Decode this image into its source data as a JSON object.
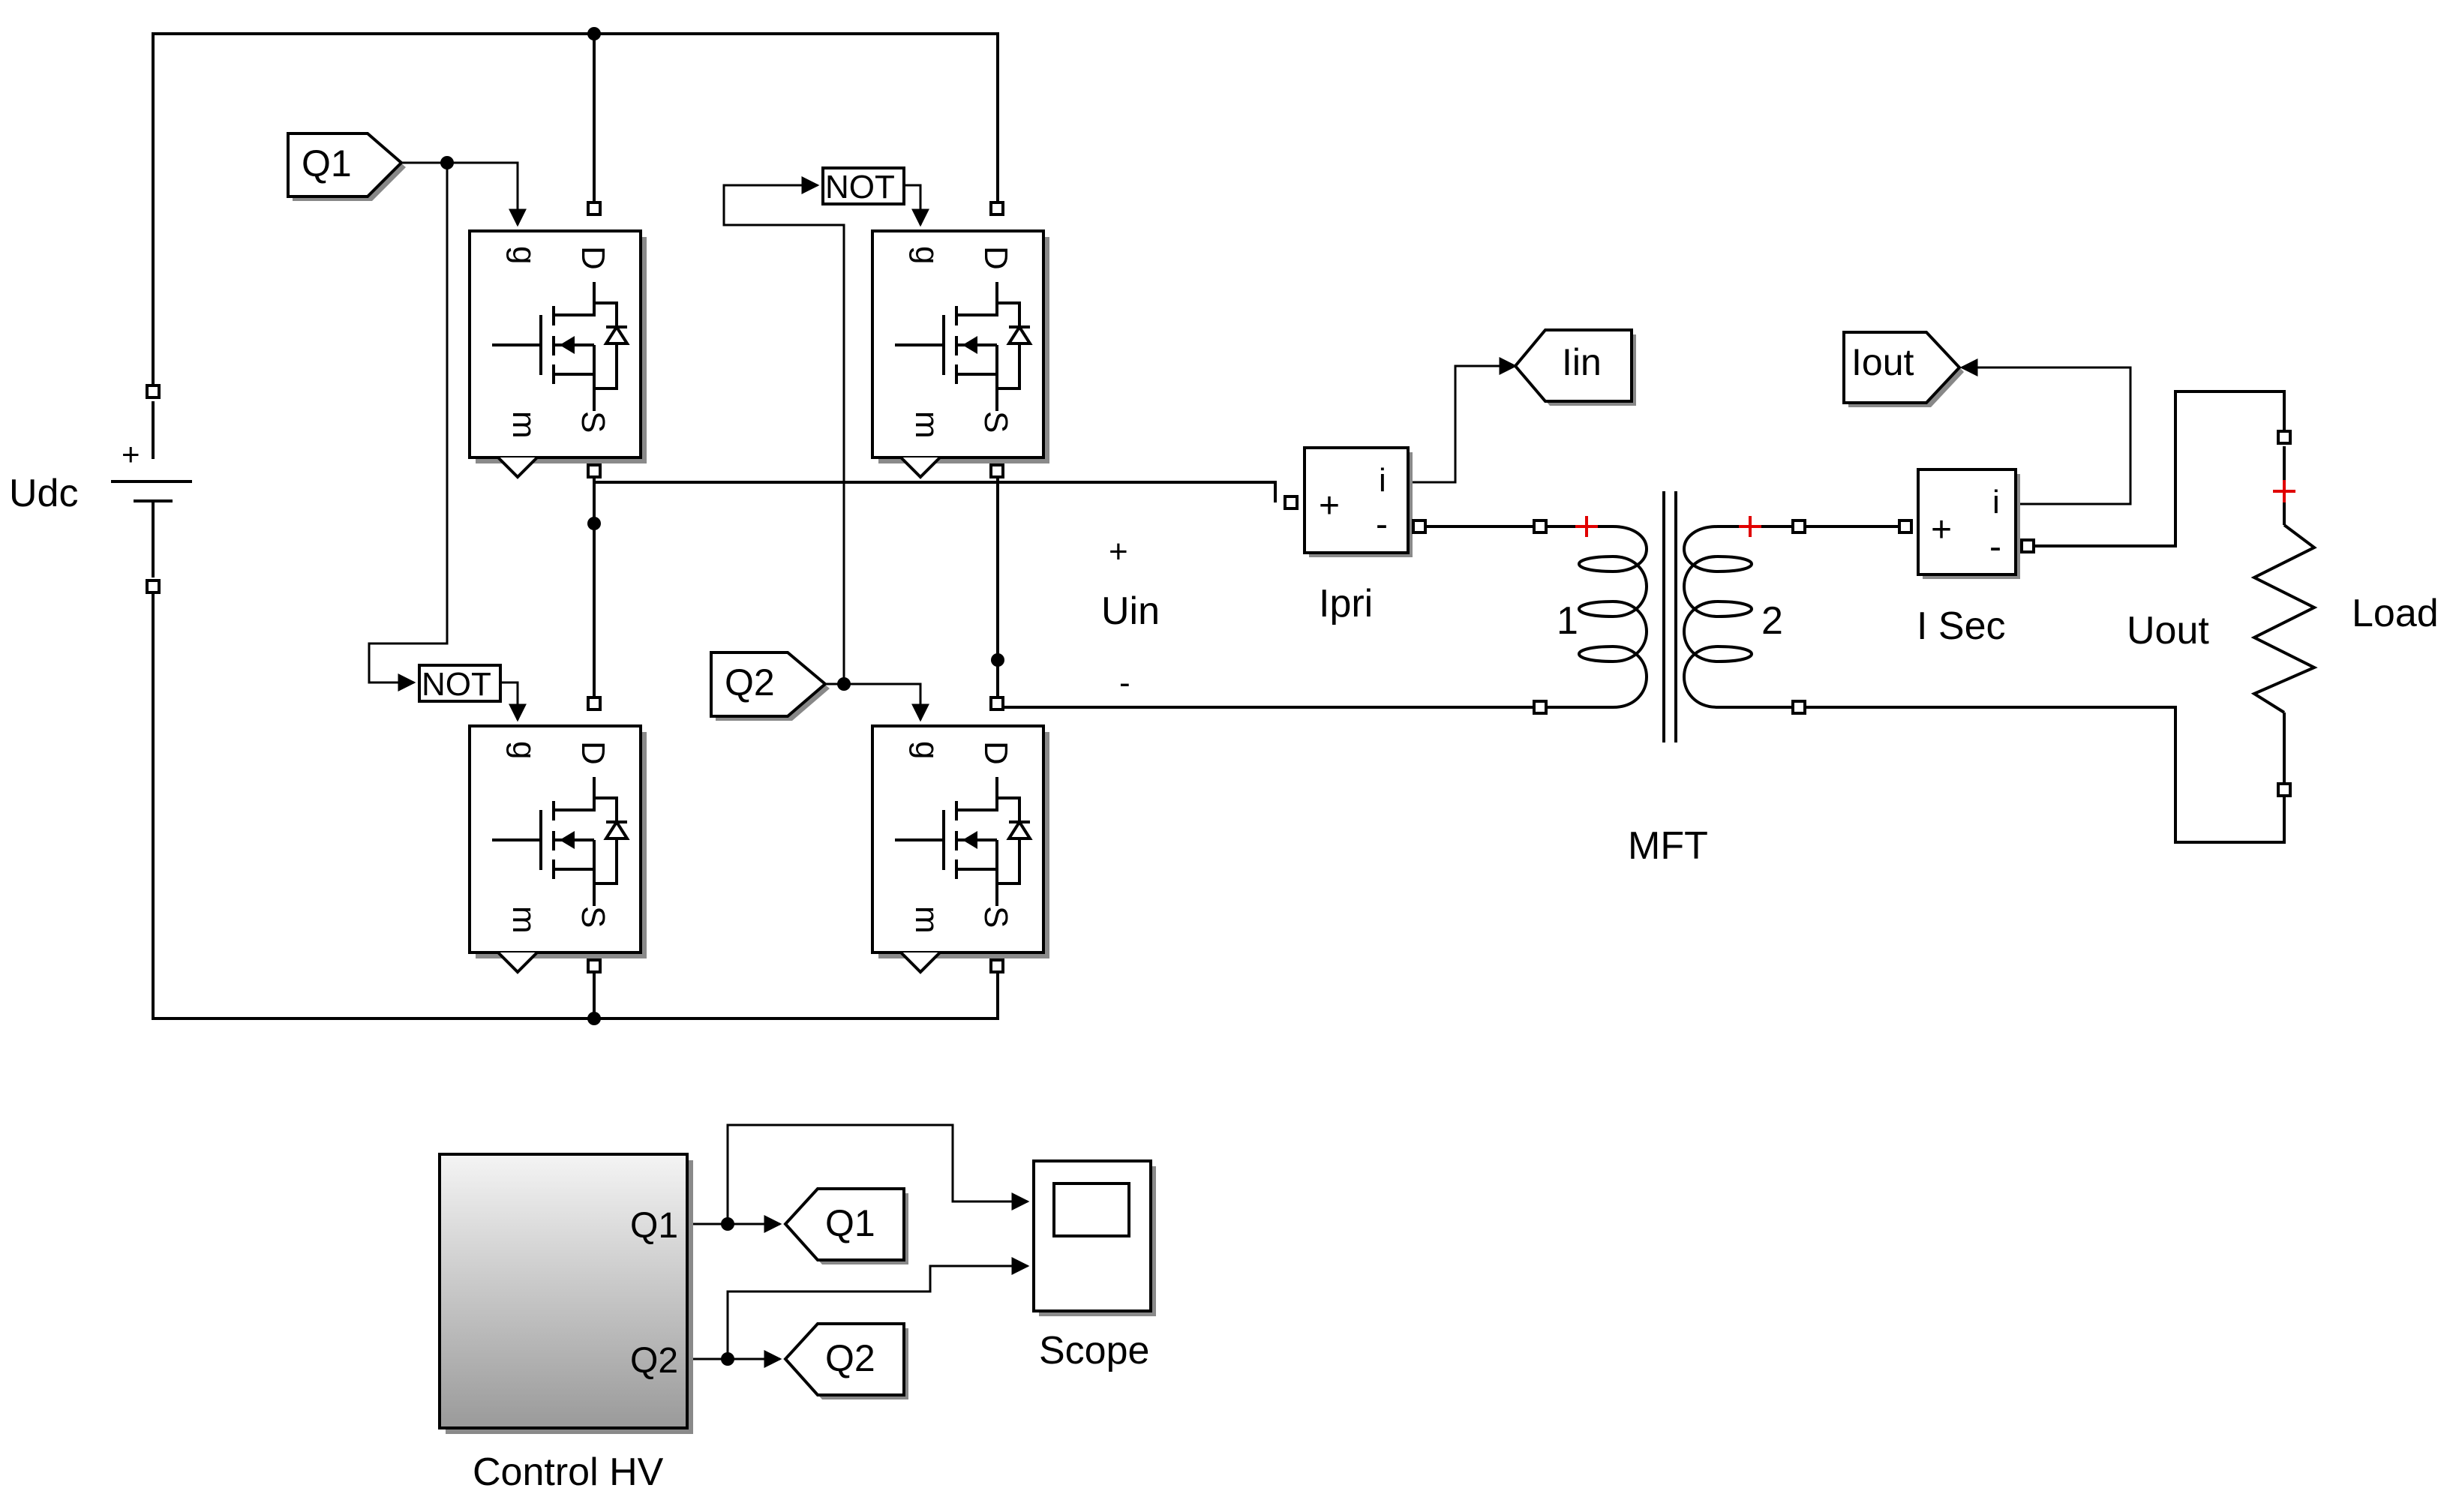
{
  "gotos": {
    "q1_top": "Q1",
    "q2_mid": "Q2",
    "iin": "Iin",
    "iout": "Iout",
    "q1_ctrl": "Q1",
    "q2_ctrl": "Q2"
  },
  "not_blocks": {
    "top": "NOT",
    "left": "NOT"
  },
  "labels": {
    "udc": "Udc",
    "ipri": "Ipri",
    "isec": "I Sec",
    "uin": "Uin",
    "uin_plus": "+",
    "uin_minus": "-",
    "uout": "Uout",
    "load": "Load",
    "mft": "MFT",
    "mft_primary": "1",
    "mft_secondary": "2",
    "scope": "Scope",
    "control_title": "Control HV",
    "control_port_q1": "Q1",
    "control_port_q2": "Q2",
    "meter_plus": "+",
    "meter_minus": "-",
    "meter_i": "i",
    "battery_plus": "+"
  },
  "mosfet_pins": {
    "gate": "g",
    "drain": "D",
    "source": "S",
    "measure": "m"
  }
}
